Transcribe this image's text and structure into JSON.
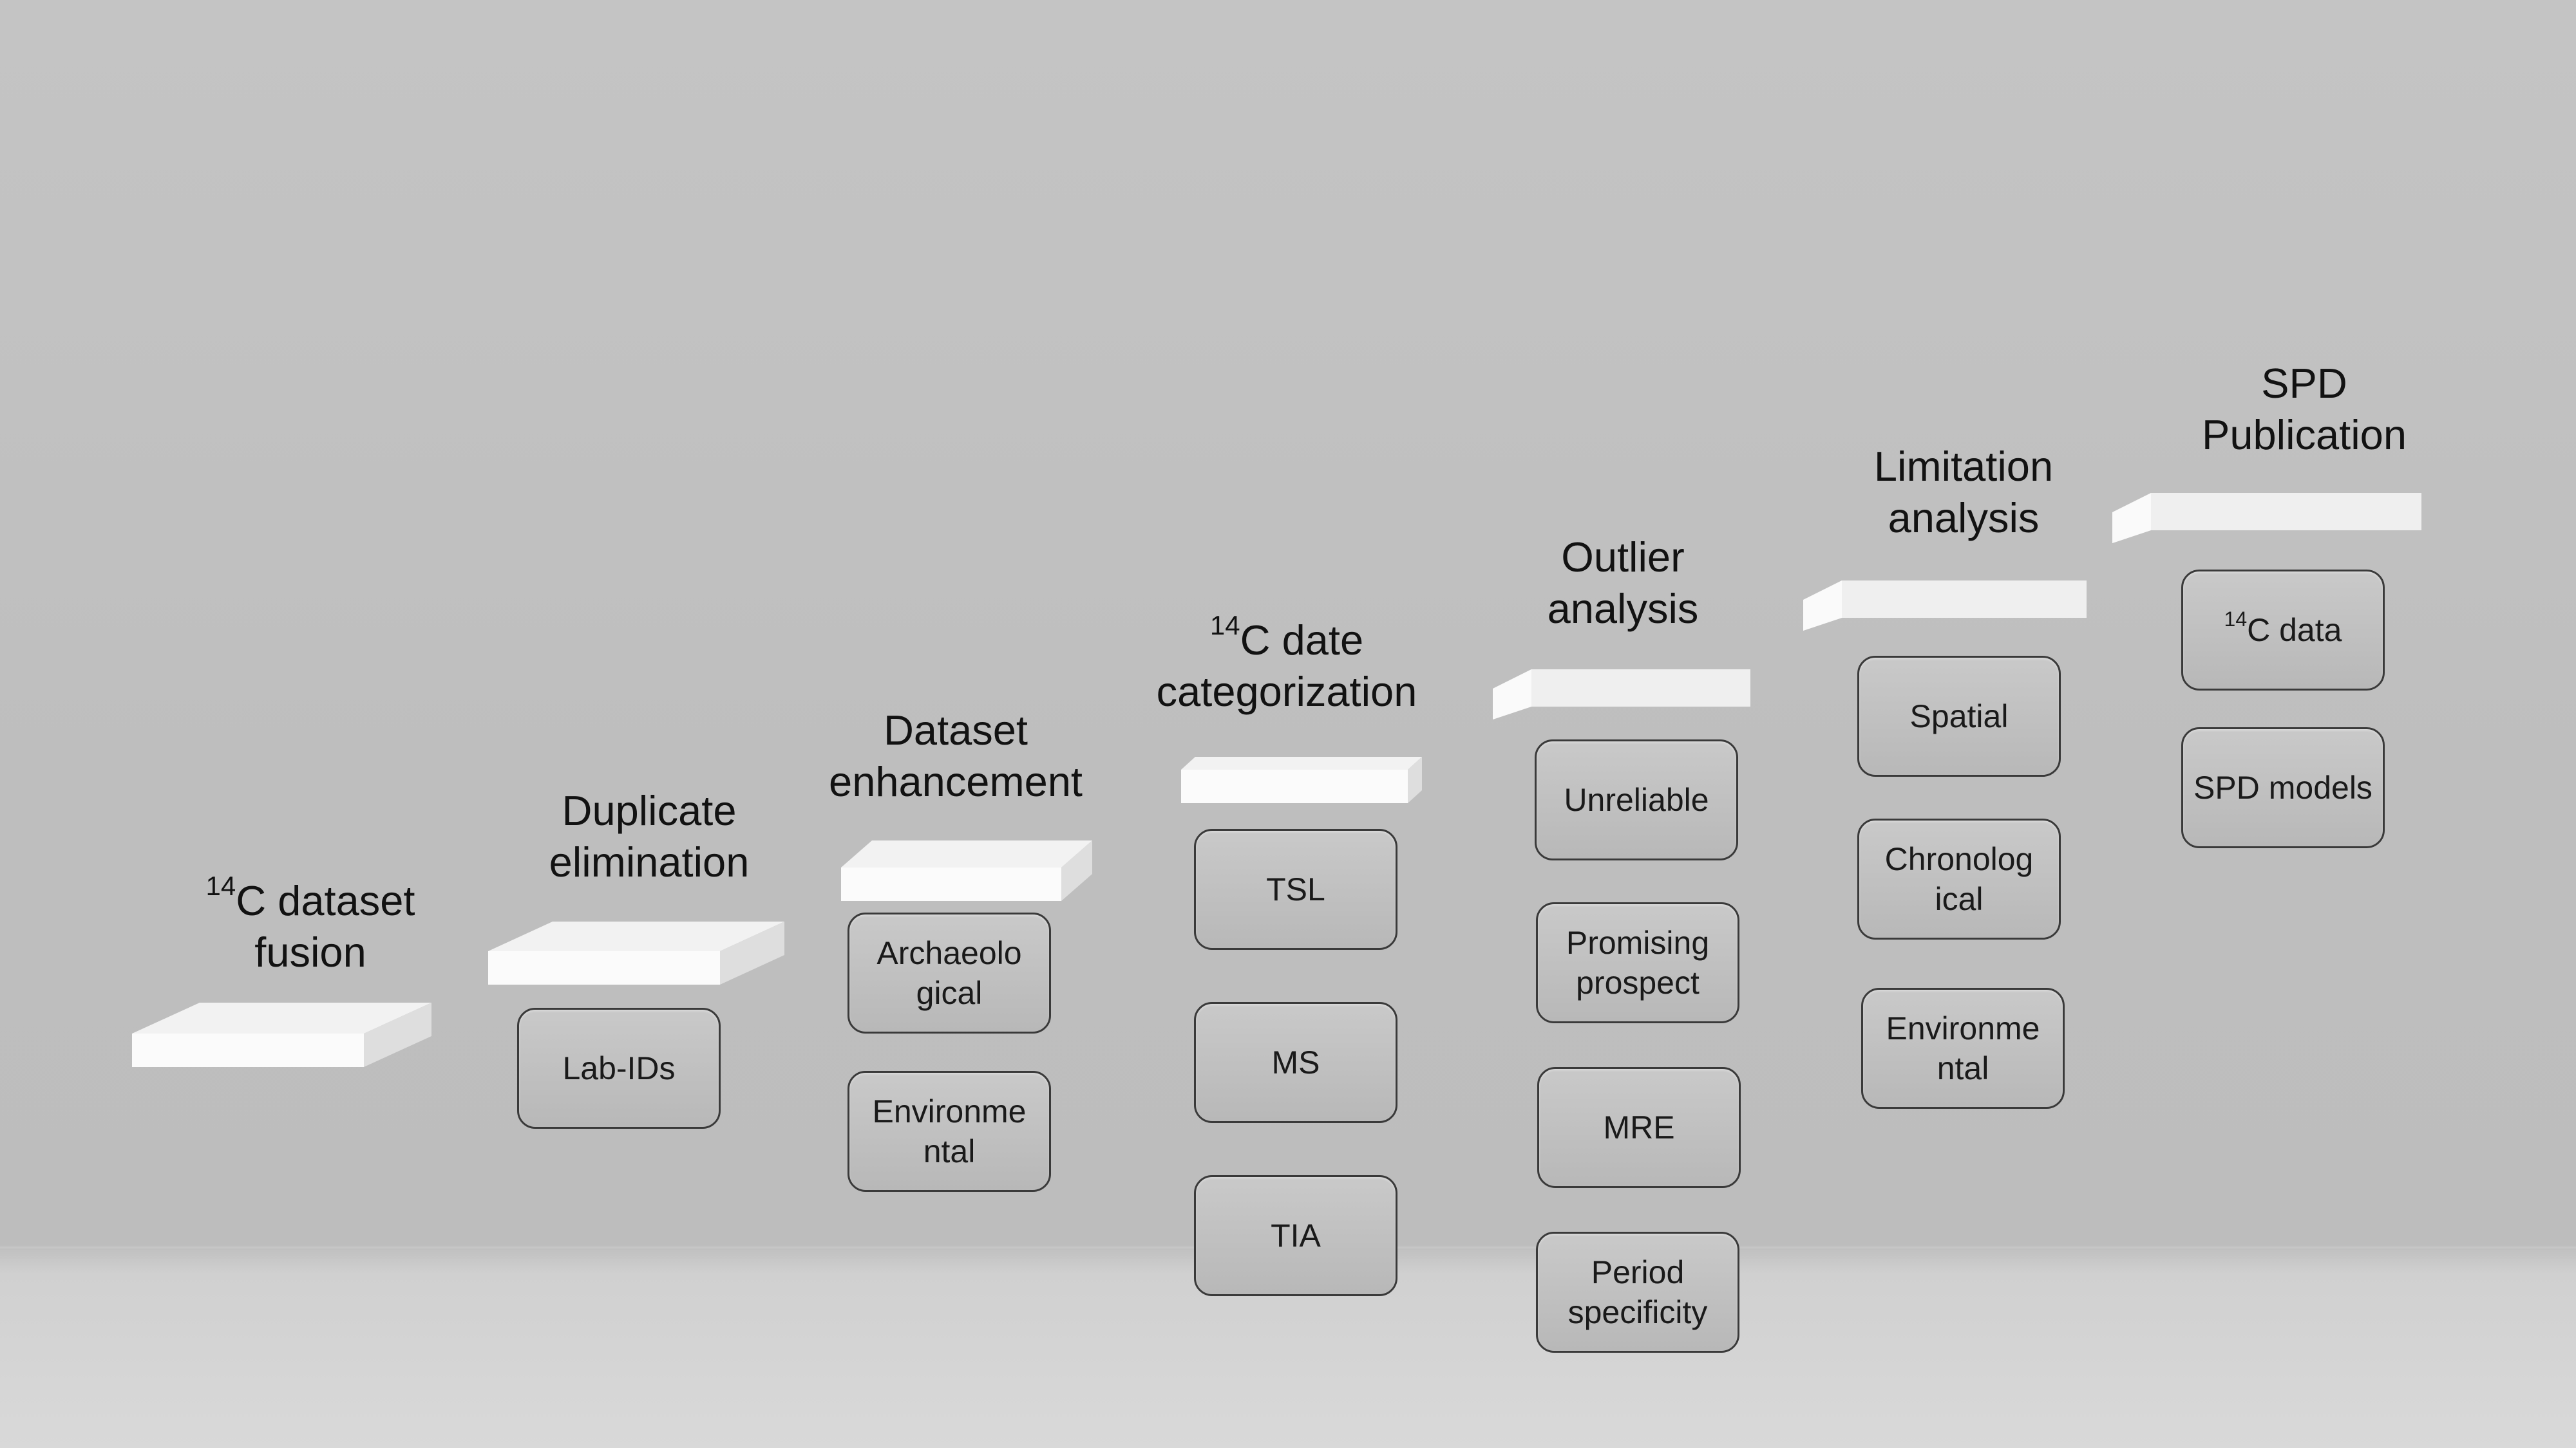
{
  "steps": [
    {
      "title_lines": [
        "14C dataset",
        "fusion"
      ],
      "items": []
    },
    {
      "title_lines": [
        "Duplicate",
        "elimination"
      ],
      "items": [
        "Lab-IDs"
      ]
    },
    {
      "title_lines": [
        "Dataset",
        "enhancement"
      ],
      "items": [
        "Archaeolo gical",
        "Environme ntal"
      ]
    },
    {
      "title_lines": [
        "14C date",
        "categorization"
      ],
      "items": [
        "TSL",
        "MS",
        "TIA"
      ]
    },
    {
      "title_lines": [
        "Outlier",
        "analysis"
      ],
      "items": [
        "Unreliable",
        "Promising prospect",
        "MRE",
        "Period specificity"
      ]
    },
    {
      "title_lines": [
        "Limitation",
        "analysis"
      ],
      "items": [
        "Spatial",
        "Chronolog ical",
        "Environme ntal"
      ]
    },
    {
      "title_lines": [
        "SPD",
        "Publication"
      ],
      "items": [
        "14C data",
        "SPD models"
      ]
    }
  ]
}
